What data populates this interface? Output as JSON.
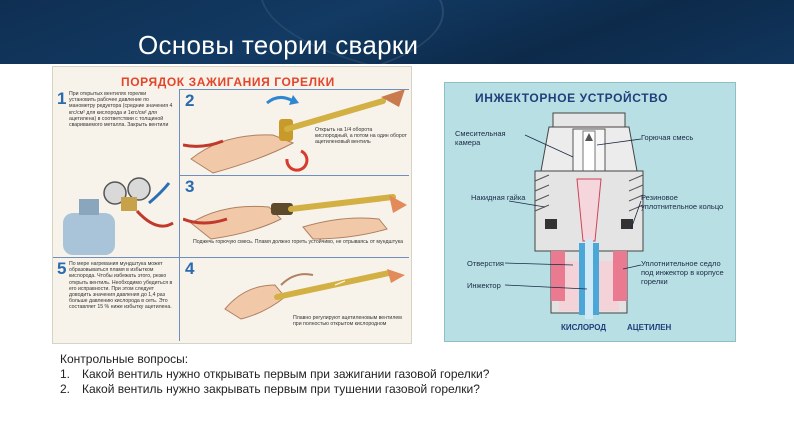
{
  "slide": {
    "title": "Основы теории сварки"
  },
  "left_figure": {
    "heading": "ПОРЯДОК ЗАЖИГАНИЯ ГОРЕЛКИ",
    "steps": [
      {
        "num": "1",
        "text": "При открытых вентилях горелки установить рабочее давление по манометру редуктора (средние значения 4 кгс/см² для кислорода и 1кгс/см² для ацетилена) в соответствии с толщиной свариваемого металла. Закрыть вентили"
      },
      {
        "num": "2",
        "text": "Открыть на 1/4 оборота кислородный, а потом на один оборот ацетиленовый вентиль"
      },
      {
        "num": "3",
        "text": "Поджечь горючую смесь. Пламя должно гореть устойчиво, не отрываясь от мундштука"
      },
      {
        "num": "4",
        "text": "Плавно регулируют ацетиленовым вентилем при полностью открытом кислородном"
      },
      {
        "num": "5",
        "text": "По мере нагревания мундштука может образовываться пламя в избытком кислорода. Чтобы избежать этого, резко открыть вентиль. Необходимо убедиться в его исправности. При этом следует доводить значения давления до 1,4 раз больше давлению кислорода в сеть. Это составляет 15 % ниже избытку ацетилена."
      }
    ]
  },
  "right_figure": {
    "heading": "ИНЖЕКТОРНОЕ УСТРОЙСТВО",
    "labels": {
      "mixing_chamber": "Смесительная камера",
      "combustible_mix": "Горючая смесь",
      "union_nut": "Накидная гайка",
      "rubber_ring": "Резиновое уплотнительное кольцо",
      "holes": "Отверстия",
      "injector": "Инжектор",
      "sealing_seat": "Уплотнительное седло под инжектор в корпусе горелки"
    },
    "oxygen": "КИСЛОРОД",
    "acetylene": "АЦЕТИЛЕН",
    "colors": {
      "oxygen": "#4aa7d8",
      "acetylene": "#e0607a",
      "body": "#e9e9e9"
    }
  },
  "questions": {
    "heading": "Контрольные вопросы:",
    "items": [
      {
        "num": "1.",
        "text": "Какой вентиль нужно открывать первым при зажигании газовой горелки?"
      },
      {
        "num": "2.",
        "text": "Какой вентиль нужно закрывать первым при тушении газовой горелки?"
      }
    ]
  }
}
